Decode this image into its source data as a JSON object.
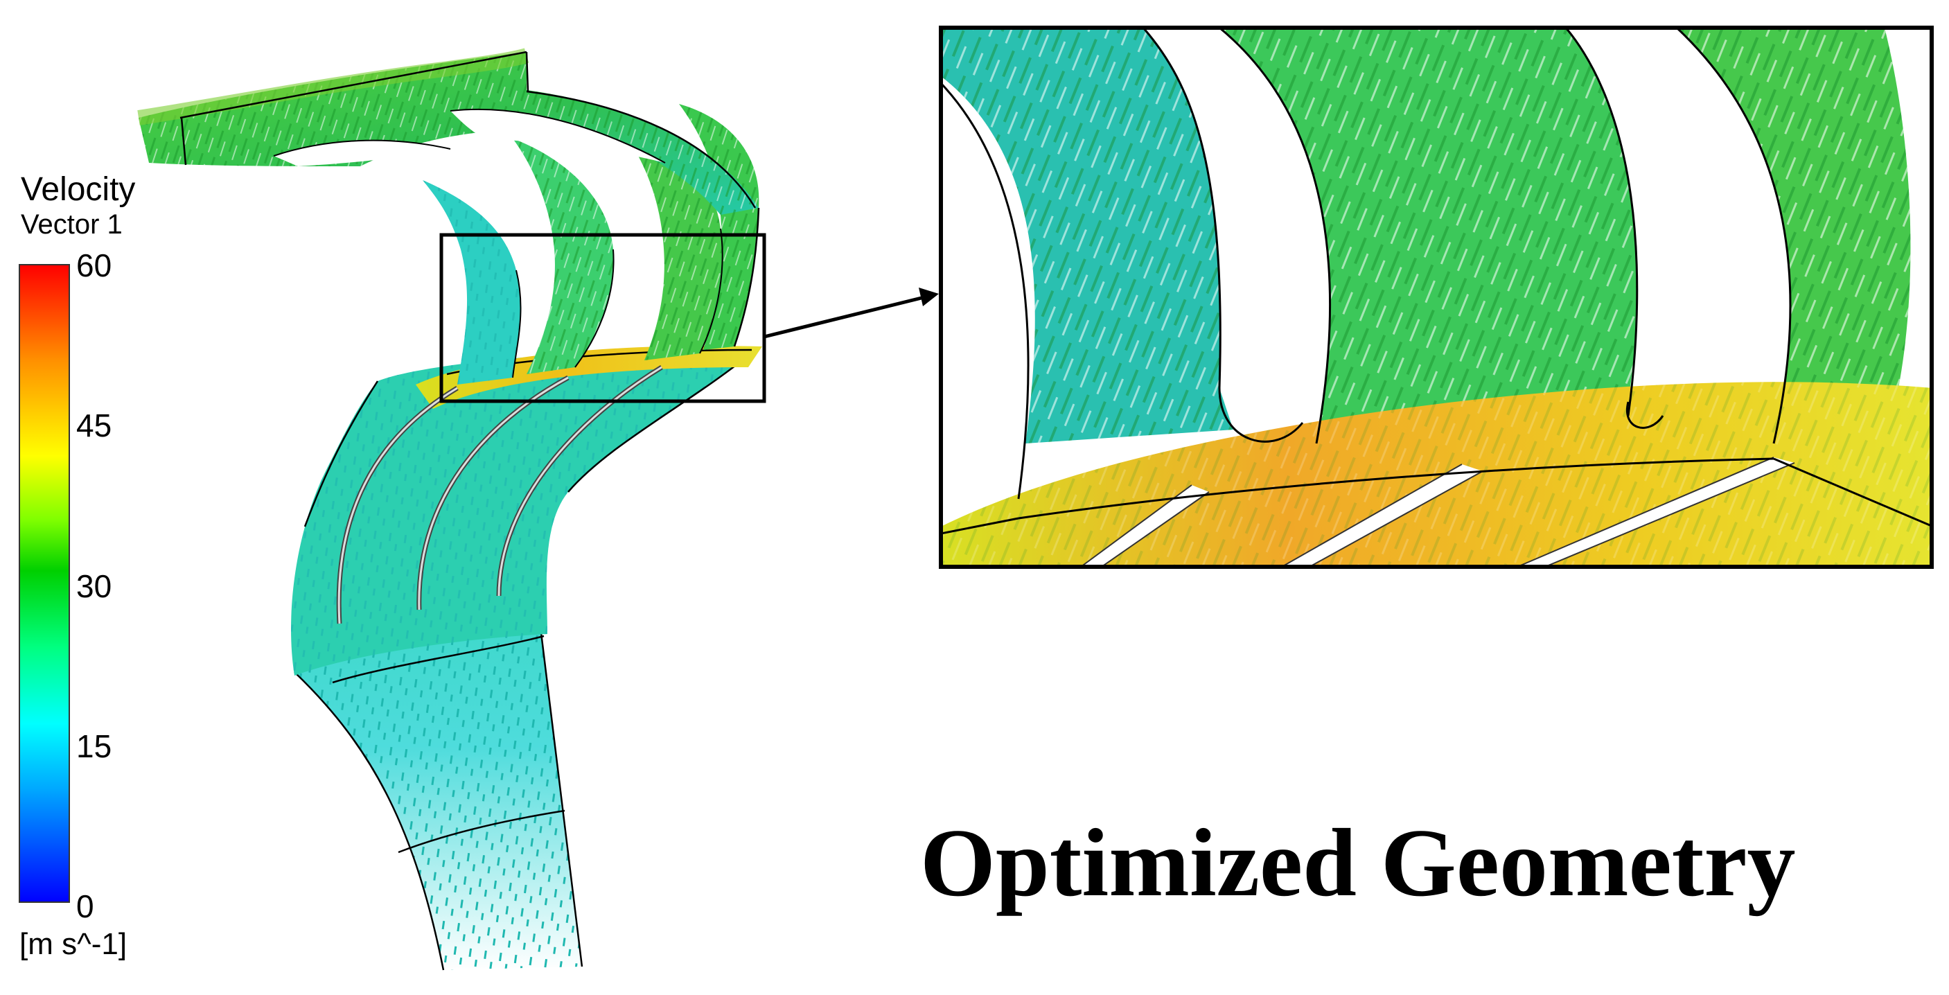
{
  "legend": {
    "title": "Velocity",
    "subtitle": "Vector 1",
    "unit": "[m s^-1]",
    "ticks": [
      "60",
      "45",
      "30",
      "15",
      "0"
    ],
    "range": [
      0,
      60
    ],
    "colors": [
      "#0000ff",
      "#00aaff",
      "#00ffff",
      "#00ff80",
      "#00e000",
      "#ffff00",
      "#ff8000",
      "#ff0000"
    ]
  },
  "heading": "Optimized Geometry",
  "colors": {
    "outline": "#000000",
    "flow_green": "#33c23a",
    "flow_teal": "#22c8b8",
    "flow_cyan": "#35d8d8",
    "flow_yellow": "#eedd22",
    "flow_orange": "#f0a020"
  }
}
